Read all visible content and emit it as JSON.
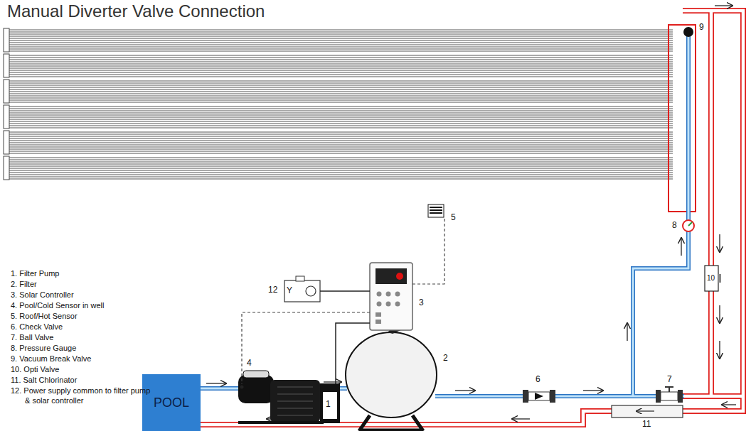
{
  "diagram": {
    "title": "Manual Diverter Valve Connection",
    "nodes": [
      {
        "text": [
          "POOL"
        ]
      }
    ],
    "labels": [
      "1. Filter Pump",
      "2. Filter",
      "3. Solar Controller",
      "4. Pool/Cold Sensor in well",
      "5. Roof/Hot Sensor",
      "6. Check Valve",
      "7. Ball Valve",
      "8. Pressure Gauge",
      "9. Vacuum Break Valve",
      "10. Opti Valve",
      "11. Salt Chlorinator",
      "12. Power supply common to filter pump & solar controller",
      "12",
      "Y",
      "3",
      "5",
      "4",
      "9",
      "8",
      "10",
      "1",
      "2",
      "6",
      "7",
      "11"
    ]
  }
}
